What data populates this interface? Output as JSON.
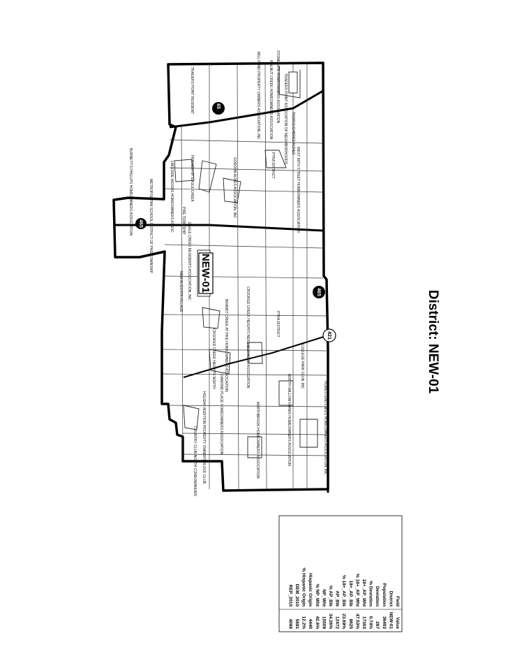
{
  "title": "District: NEW-01",
  "district_badge": "NEW-01",
  "highways": {
    "i65": "65",
    "i465": "465",
    "us421": "421",
    "i465_south": "465"
  },
  "labels": {
    "traders_point": "TRADERS POINT ASSOCIATION OF NEIGHBORHOODS",
    "traders_resident": "TRADERS POINT RESIDENT",
    "stonegate": "STONEGATE HOMEOWNERS ASSOCIATION",
    "walnut_creek": "WALNUT CREEK HOMEOWNERS ASSOCIATION",
    "mill_pond": "MILL POND PROPERTY OWNERS ASSOCIATION, INC",
    "thoroughbred": "THOROUGHBRED ACRES",
    "ptra": "PTRA DISTRICT",
    "west_86th": "WEST 86TH STREET HOMEOWNERS ASSOCIATION",
    "gordon_acres": "GORDON ACRES ASSOCIATION, INC",
    "eagle_creek": "FRIENDS OF EAGLE CREEK",
    "pike_township": "PIKE TOWNSHIP",
    "lakeside_woods": "LAKESIDE WOODS HOMEOWNERS ASSOC",
    "burnetts": "BURNETT'S PHILLIPS HOMEOWNERS ASSOCIATION",
    "metro_school": "METROPOLITAN SCHOOL DISTRICT OF PIKE TOWNSHIP",
    "eagle_residents": "EAGLE CREEK RESIDENTS ASSOCIATION, INC",
    "new_augusta": "NEW AUGUSTA VILLAGE",
    "brandt_creek": "BRANDT CREEK AT PIKE HOMEOWNERS ASSOCIATION",
    "crooked_creek": "CROOKED CREEK HEIGHTS NEIGHBORHOOD ASSOCIATION",
    "ptra_district2": "PTRA DISTRICT",
    "college_park": "COLLEGE PARK CLUB, INC",
    "north_willow": "NORTH WILLOW FARMS HOMEOWNERS ASSOCIATION",
    "homestead": "HOMESTEAD LAKES HOMEOWNERS ASSOCIATION, INC",
    "northbrook": "NORTHBROOK HOMEOWNERS ASSOCIATION",
    "diamond_place": "DIAMOND PLACE HOMEOWNERS ASSOCIATION",
    "holiday": "HOLIDAY ADDITION PROPERTY OWNERS BLOCK CLUB",
    "crooked_creek2": "CROOKED CREEK HEIGHTS NORTH",
    "country_club": "COUNTRY CLUB NORTH CONDOMINIUMS"
  },
  "table": {
    "header_field": "Field",
    "header_value": "Value",
    "rows": [
      {
        "field": "District",
        "value": "NEW-01"
      },
      {
        "field": "Population",
        "value": "36403"
      },
      {
        "field": "Deviation",
        "value": "267"
      },
      {
        "field": "% Deviation",
        "value": "0.74%"
      },
      {
        "field": "18+_AP_Wht",
        "value": "17303"
      },
      {
        "field": "% 18+_AP_Wht",
        "value": "47.53%"
      },
      {
        "field": "18+_AP_Blk",
        "value": "8625"
      },
      {
        "field": "% 18+_AP_Blk",
        "value": "23.69%"
      },
      {
        "field": "AP_Blk",
        "value": "12472"
      },
      {
        "field": "% AP_Blk",
        "value": "34.26%"
      },
      {
        "field": "NP_Wht",
        "value": "15509"
      },
      {
        "field": "% NP_Wht",
        "value": "42.6%"
      },
      {
        "field": "Hispanic Origin",
        "value": "4440"
      },
      {
        "field": "% Hispanic Origin",
        "value": "12.2%"
      },
      {
        "field": "DEM_2010",
        "value": "5891"
      },
      {
        "field": "REP_2010",
        "value": "4088"
      }
    ]
  }
}
